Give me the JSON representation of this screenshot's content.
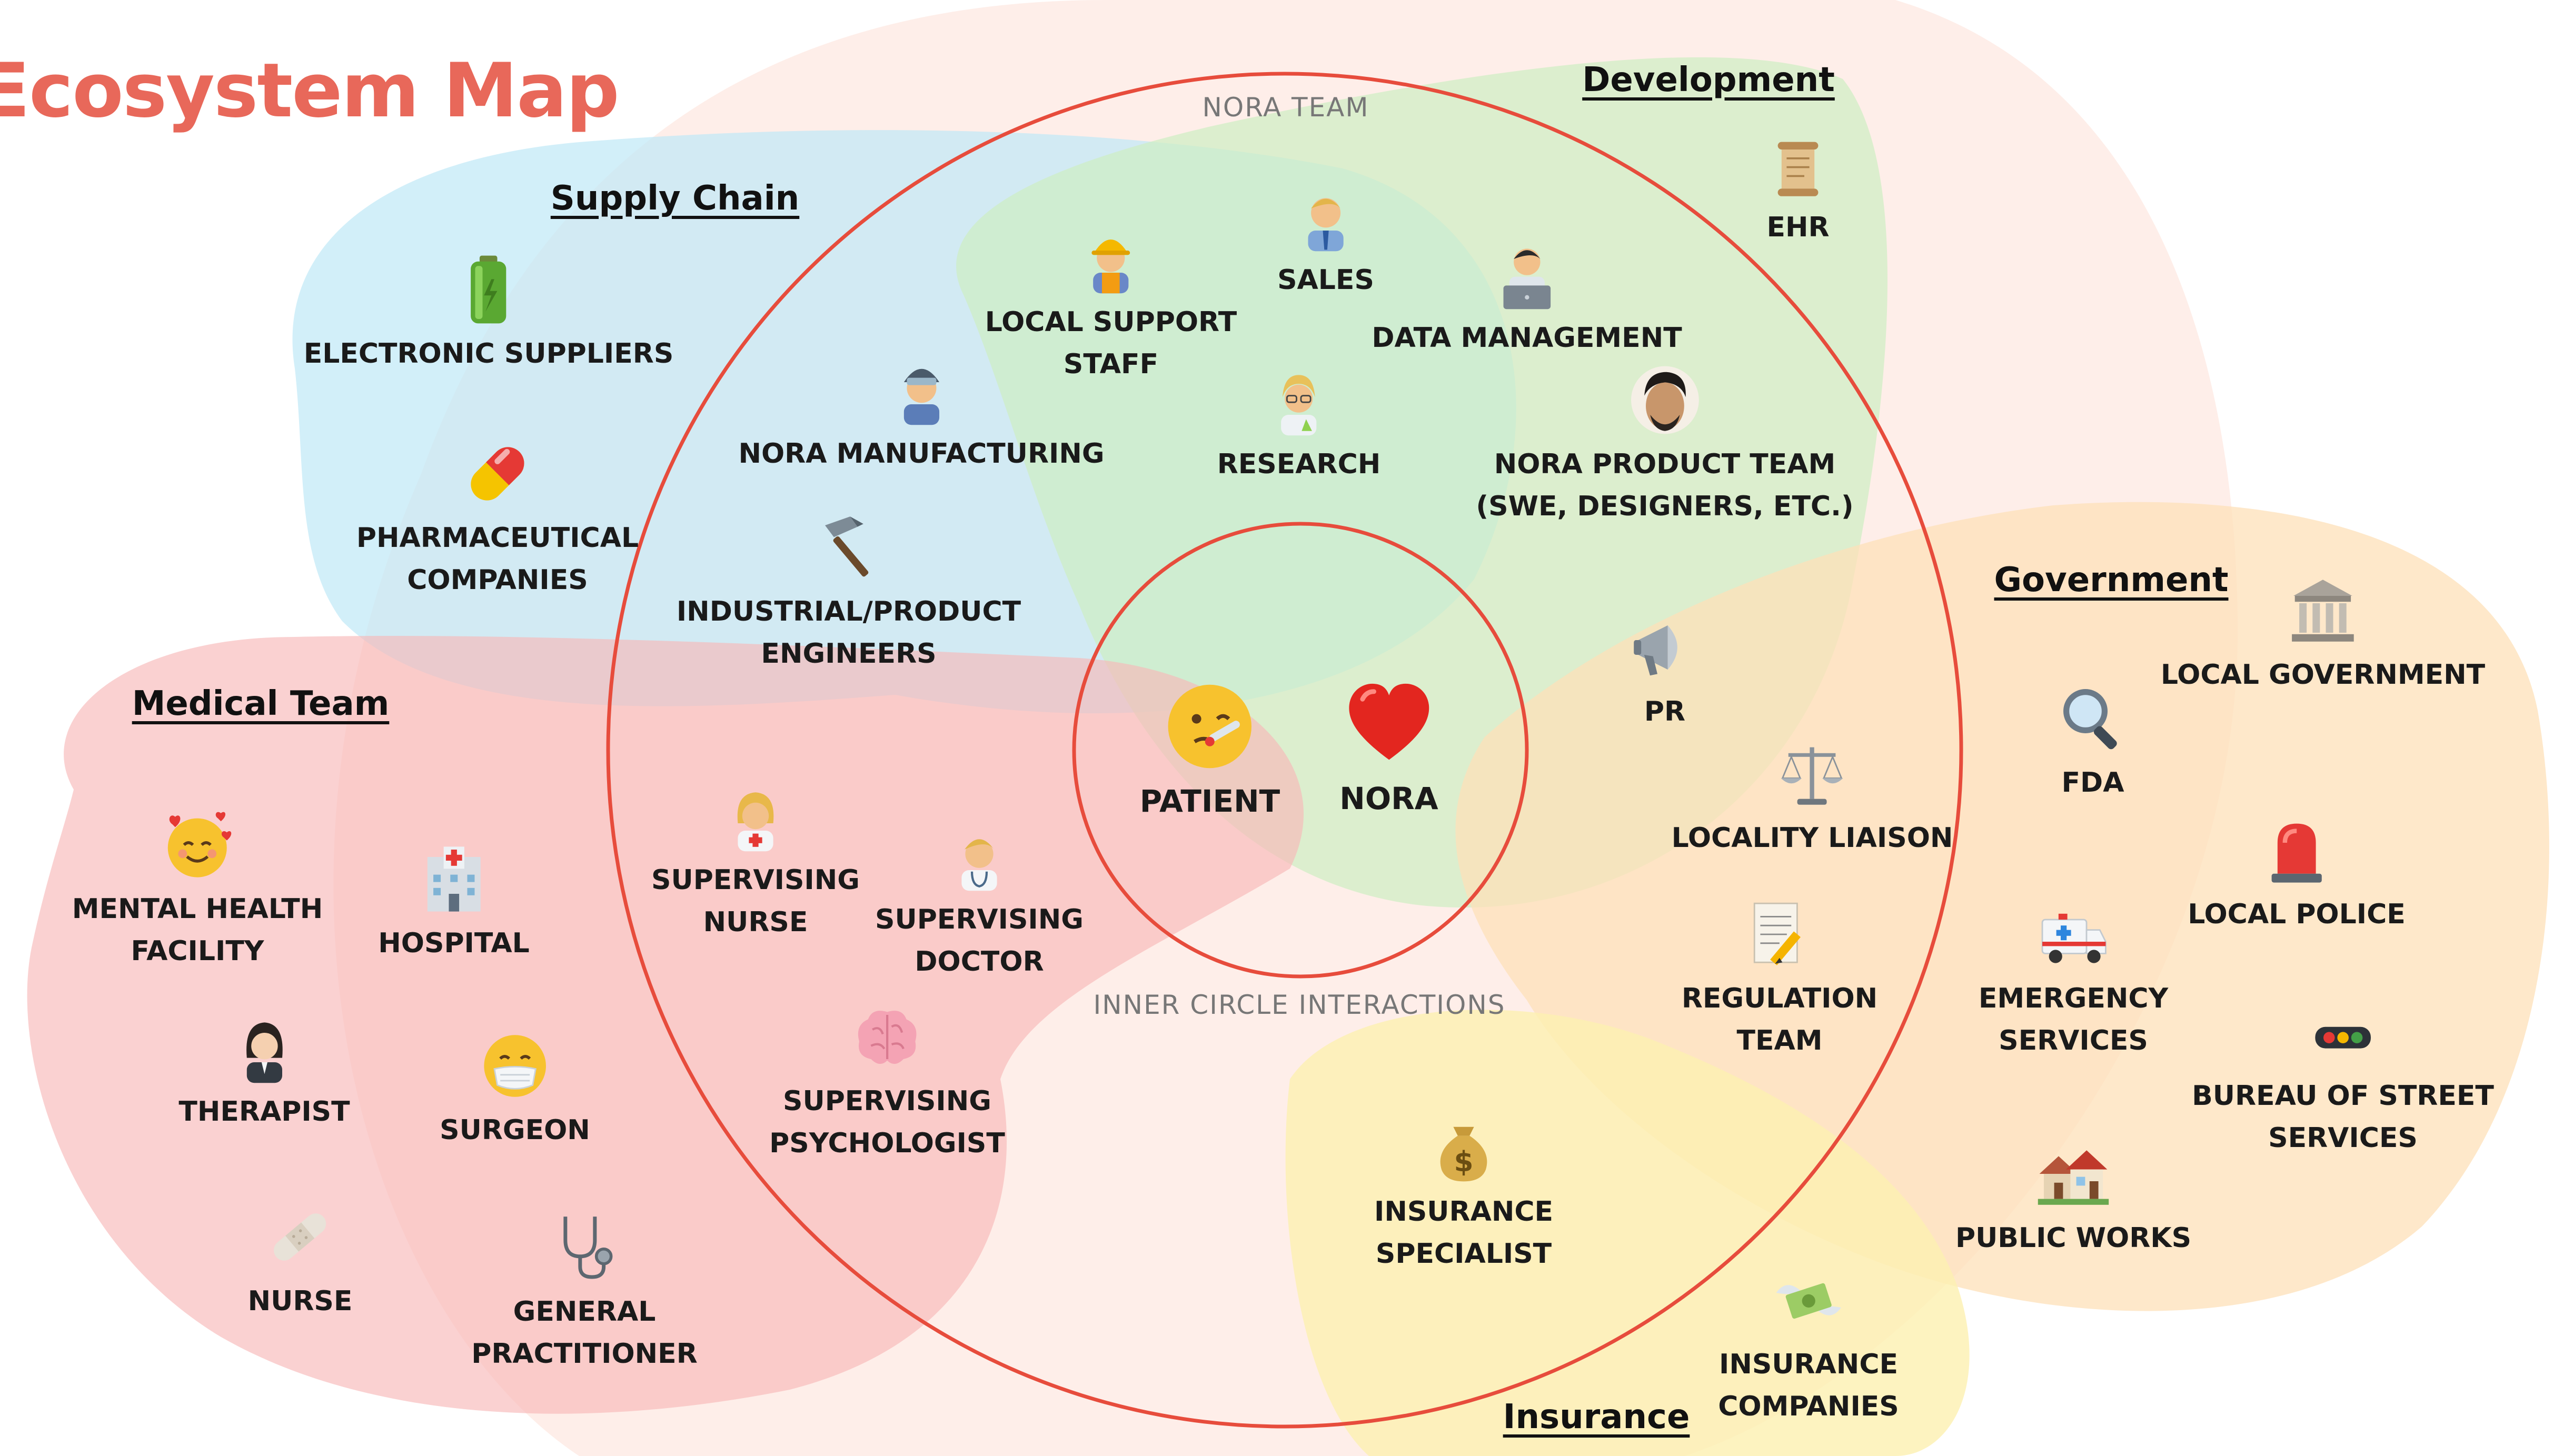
{
  "title": "Ecosystem Map",
  "groups": {
    "supply_chain": "Supply Chain",
    "development": "Development",
    "medical_team": "Medical Team",
    "government": "Government",
    "insurance": "Insurance"
  },
  "circles": {
    "nora_team": "NORA TEAM",
    "inner_circle": "INNER CIRCLE INTERACTIONS"
  },
  "nodes": {
    "electronic_suppliers": [
      "ELECTRONIC SUPPLIERS"
    ],
    "pharmaceutical_companies": [
      "PHARMACEUTICAL",
      "COMPANIES"
    ],
    "nora_manufacturing": [
      "NORA MANUFACTURING"
    ],
    "industrial_engineers": [
      "INDUSTRIAL/PRODUCT",
      "ENGINEERS"
    ],
    "local_support_staff": [
      "LOCAL SUPPORT",
      "STAFF"
    ],
    "sales": [
      "SALES"
    ],
    "research": [
      "RESEARCH"
    ],
    "data_management": [
      "DATA MANAGEMENT"
    ],
    "ehr": [
      "EHR"
    ],
    "nora_product_team": [
      "NORA PRODUCT TEAM",
      "(SWE, DESIGNERS, ETC.)"
    ],
    "pr": [
      "PR"
    ],
    "patient": [
      "PATIENT"
    ],
    "nora": [
      "NORA"
    ],
    "locality_liaison": [
      "LOCALITY LIAISON"
    ],
    "regulation_team": [
      "REGULATION",
      "TEAM"
    ],
    "insurance_specialist": [
      "INSURANCE",
      "SPECIALIST"
    ],
    "insurance_companies": [
      "INSURANCE",
      "COMPANIES"
    ],
    "supervising_nurse": [
      "SUPERVISING",
      "NURSE"
    ],
    "supervising_doctor": [
      "SUPERVISING",
      "DOCTOR"
    ],
    "supervising_psychologist": [
      "SUPERVISING",
      "PSYCHOLOGIST"
    ],
    "mental_health_facility": [
      "MENTAL HEALTH",
      "FACILITY"
    ],
    "hospital": [
      "HOSPITAL"
    ],
    "therapist": [
      "THERAPIST"
    ],
    "surgeon": [
      "SURGEON"
    ],
    "nurse": [
      "NURSE"
    ],
    "general_practitioner": [
      "GENERAL",
      "PRACTITIONER"
    ],
    "local_government": [
      "LOCAL GOVERNMENT"
    ],
    "fda": [
      "FDA"
    ],
    "local_police": [
      "LOCAL POLICE"
    ],
    "emergency_services": [
      "EMERGENCY",
      "SERVICES"
    ],
    "bureau_street_services": [
      "BUREAU OF STREET",
      "SERVICES"
    ],
    "public_works": [
      "PUBLIC WORKS"
    ]
  },
  "colors": {
    "title": "#e8685a",
    "circle_stroke": "#e74c3c",
    "supply_chain": "#bfe8f7",
    "development": "#cdeec2",
    "medical_team": "#f7b9b9",
    "government": "#fde0b8",
    "insurance": "#fdf0b0",
    "background_blob": "#fde8e2"
  }
}
